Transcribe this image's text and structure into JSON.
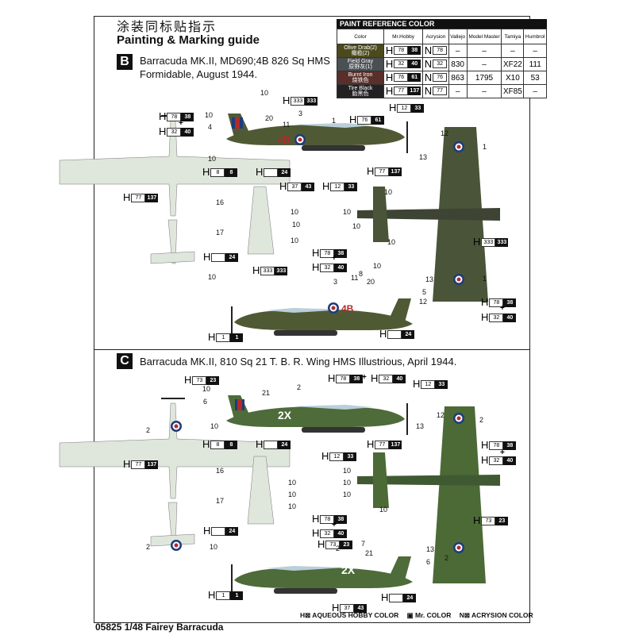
{
  "header": {
    "title_cn": "涂装同标贴指示",
    "title_en": "Painting & Marking guide"
  },
  "paint_table": {
    "title": "PAINT  REFERENCE COLOR",
    "columns": [
      "Color",
      "Mr.Hobby",
      "Acrysion",
      "Vallejo",
      "Model Master",
      "Tamiya",
      "Humbrol"
    ],
    "rows": [
      {
        "name": "Olive Drab(2)",
        "name_cn": "橄榄(2)",
        "swatch": "#4c4a1c",
        "h": [
          "78",
          "38"
        ],
        "n": "78",
        "vallejo": "–",
        "model_master": "–",
        "tamiya": "–",
        "humbrol": "–"
      },
      {
        "name": "Field Gray",
        "name_cn": "原野灰(1)",
        "swatch": "#4a4f52",
        "h": [
          "32",
          "40"
        ],
        "n": "32",
        "vallejo": "830",
        "model_master": "–",
        "tamiya": "XF22",
        "humbrol": "111"
      },
      {
        "name": "Burnt Iron",
        "name_cn": "烧铁色",
        "swatch": "#5a2f2a",
        "h": [
          "76",
          "61"
        ],
        "n": "76",
        "vallejo": "863",
        "model_master": "1795",
        "tamiya": "X10",
        "humbrol": "53"
      },
      {
        "name": "Tire Black",
        "name_cn": "胎黑色",
        "swatch": "#222",
        "h": [
          "77",
          "137"
        ],
        "n": "77",
        "vallejo": "–",
        "model_master": "–",
        "tamiya": "XF85",
        "humbrol": "–"
      }
    ]
  },
  "sections": [
    {
      "badge": "B",
      "line1": "Barracuda MK.II, MD690;4B 826 Sq HMS",
      "line2": "Formidable, August 1944.",
      "fuselage_code": "4B"
    },
    {
      "badge": "C",
      "line1": "Barracuda MK.II, 810 Sq 21 T. B. R. Wing HMS Illustrious, April 1944.",
      "line2": "",
      "fuselage_code": "2X"
    }
  ],
  "callouts": [
    {
      "t": "H",
      "w": "78",
      "b": "38"
    },
    {
      "t": "p",
      "v": "+"
    },
    {
      "t": "H",
      "w": "32",
      "b": "40"
    },
    {
      "t": "n",
      "v": "10"
    },
    {
      "t": "n",
      "v": "10"
    },
    {
      "t": "n",
      "v": "4"
    },
    {
      "t": "n",
      "v": "20"
    },
    {
      "t": "n",
      "v": "11"
    },
    {
      "t": "n",
      "v": "3"
    },
    {
      "t": "n",
      "v": "1"
    },
    {
      "t": "H",
      "w": "333",
      "b": "333"
    },
    {
      "t": "H",
      "w": "76",
      "b": "61"
    },
    {
      "t": "H",
      "w": "12",
      "b": "33"
    },
    {
      "t": "H",
      "w": "8",
      "b": "8"
    },
    {
      "t": "H",
      "w": "",
      "b": "24"
    },
    {
      "t": "H",
      "w": "37",
      "b": "43"
    },
    {
      "t": "H",
      "w": "12",
      "b": "33"
    },
    {
      "t": "H",
      "w": "77",
      "b": "137"
    },
    {
      "t": "H",
      "w": "77",
      "b": "137"
    },
    {
      "t": "n",
      "v": "10"
    },
    {
      "t": "n",
      "v": "16"
    },
    {
      "t": "n",
      "v": "17"
    },
    {
      "t": "H",
      "w": "",
      "b": "24"
    },
    {
      "t": "n",
      "v": "10"
    },
    {
      "t": "n",
      "v": "10"
    },
    {
      "t": "n",
      "v": "10"
    },
    {
      "t": "n",
      "v": "10"
    },
    {
      "t": "n",
      "v": "12"
    },
    {
      "t": "n",
      "v": "1"
    },
    {
      "t": "n",
      "v": "13"
    },
    {
      "t": "n",
      "v": "10"
    },
    {
      "t": "n",
      "v": "10"
    },
    {
      "t": "n",
      "v": "10"
    },
    {
      "t": "n",
      "v": "10"
    },
    {
      "t": "H",
      "w": "333",
      "b": "333"
    },
    {
      "t": "n",
      "v": "13"
    },
    {
      "t": "n",
      "v": "1"
    },
    {
      "t": "n",
      "v": "12"
    },
    {
      "t": "H",
      "w": "78",
      "b": "38"
    },
    {
      "t": "p",
      "v": "+"
    },
    {
      "t": "H",
      "w": "32",
      "b": "40"
    },
    {
      "t": "H",
      "w": "333",
      "b": "333"
    },
    {
      "t": "H",
      "w": "78",
      "b": "38"
    },
    {
      "t": "p",
      "v": "+"
    },
    {
      "t": "H",
      "w": "32",
      "b": "40"
    },
    {
      "t": "n",
      "v": "3"
    },
    {
      "t": "n",
      "v": "11"
    },
    {
      "t": "n",
      "v": "8"
    },
    {
      "t": "n",
      "v": "10"
    },
    {
      "t": "n",
      "v": "20"
    },
    {
      "t": "n",
      "v": "5"
    },
    {
      "t": "H",
      "w": "1",
      "b": "1"
    },
    {
      "t": "H",
      "w": "",
      "b": "24"
    },
    {
      "t": "H",
      "w": "73",
      "b": "23"
    },
    {
      "t": "n",
      "v": "10"
    },
    {
      "t": "n",
      "v": "6"
    },
    {
      "t": "n",
      "v": "21"
    },
    {
      "t": "n",
      "v": "2"
    },
    {
      "t": "H",
      "w": "78",
      "b": "38"
    },
    {
      "t": "p",
      "v": "+"
    },
    {
      "t": "H",
      "w": "32",
      "b": "40"
    },
    {
      "t": "H",
      "w": "12",
      "b": "33"
    },
    {
      "t": "H",
      "w": "8",
      "b": "8"
    },
    {
      "t": "H",
      "w": "",
      "b": "24"
    },
    {
      "t": "H",
      "w": "12",
      "b": "33"
    },
    {
      "t": "H",
      "w": "77",
      "b": "137"
    },
    {
      "t": "n",
      "v": "2"
    },
    {
      "t": "n",
      "v": "10"
    },
    {
      "t": "H",
      "w": "77",
      "b": "137"
    },
    {
      "t": "n",
      "v": "16"
    },
    {
      "t": "n",
      "v": "17"
    },
    {
      "t": "H",
      "w": "",
      "b": "24"
    },
    {
      "t": "n",
      "v": "2"
    },
    {
      "t": "n",
      "v": "10"
    },
    {
      "t": "n",
      "v": "10"
    },
    {
      "t": "n",
      "v": "10"
    },
    {
      "t": "n",
      "v": "10"
    },
    {
      "t": "n",
      "v": "12"
    },
    {
      "t": "n",
      "v": "2"
    },
    {
      "t": "n",
      "v": "13"
    },
    {
      "t": "H",
      "w": "78",
      "b": "38"
    },
    {
      "t": "p",
      "v": "+"
    },
    {
      "t": "H",
      "w": "32",
      "b": "40"
    },
    {
      "t": "n",
      "v": "10"
    },
    {
      "t": "n",
      "v": "10"
    },
    {
      "t": "n",
      "v": "10"
    },
    {
      "t": "n",
      "v": "10"
    },
    {
      "t": "H",
      "w": "73",
      "b": "23"
    },
    {
      "t": "H",
      "w": "78",
      "b": "38"
    },
    {
      "t": "p",
      "v": "+"
    },
    {
      "t": "H",
      "w": "32",
      "b": "40"
    },
    {
      "t": "H",
      "w": "73",
      "b": "23"
    },
    {
      "t": "n",
      "v": "2"
    },
    {
      "t": "n",
      "v": "7"
    },
    {
      "t": "n",
      "v": "21"
    },
    {
      "t": "n",
      "v": "13"
    },
    {
      "t": "n",
      "v": "2"
    },
    {
      "t": "n",
      "v": "6"
    },
    {
      "t": "H",
      "w": "1",
      "b": "1"
    },
    {
      "t": "H",
      "w": "37",
      "b": "43"
    },
    {
      "t": "H",
      "w": "",
      "b": "24"
    }
  ],
  "legend": {
    "h": "H⊠ AQUEOUS HOBBY COLOR",
    "m": "▣ Mr. COLOR",
    "n": "N⊠ ACRYSION COLOR"
  },
  "footer": "05825 1/48  Fairey Barracuda",
  "colors": {
    "olive": "#4f5a35",
    "gray": "#5b6258",
    "underside": "#dfe6dc",
    "roundel_blue": "#1e3c7a",
    "roundel_red": "#b22a2a"
  }
}
